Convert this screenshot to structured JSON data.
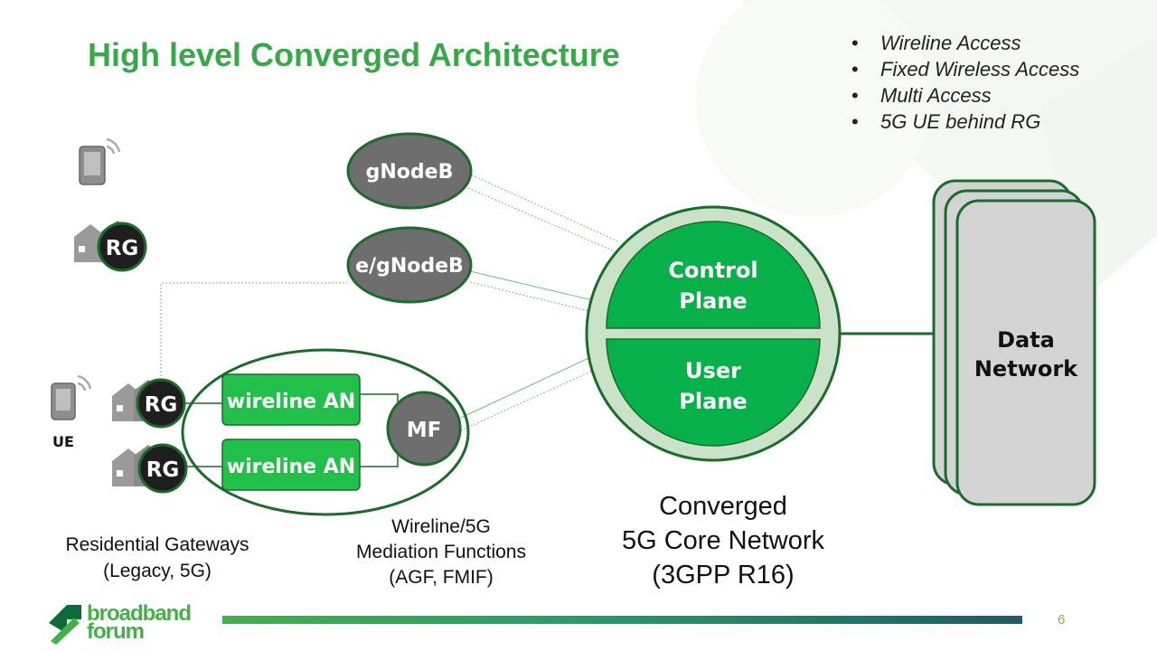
{
  "slide": {
    "title": "High level Converged Architecture",
    "bullets": [
      "Wireline Access",
      "Fixed Wireless Access",
      "Multi Access",
      "5G UE behind RG"
    ],
    "page_number": "6"
  },
  "diagram": {
    "gnodeb_label": "gNodeB",
    "egnodeb_label": "e/gNodeB",
    "rg_label": "RG",
    "ue_label": "UE",
    "wireline_an_label": "wireline AN",
    "mf_label": "MF",
    "control_plane": [
      "Control",
      "Plane"
    ],
    "user_plane": [
      "User",
      "Plane"
    ],
    "data_network": [
      "Data",
      "Network"
    ]
  },
  "captions": {
    "residential_gateways": [
      "Residential Gateways",
      "(Legacy, 5G)"
    ],
    "mediation_functions": [
      "Wireline/5G",
      "Mediation Functions",
      "(AGF, FMIF)"
    ],
    "core_network": [
      "Converged",
      "5G Core Network",
      "(3GPP R16)"
    ]
  },
  "logo": {
    "line1": "broadband",
    "line2": "forum"
  },
  "colors": {
    "title_green": "#3aa84a",
    "node_gray": "#6e6e6e",
    "an_green": "#22c04a",
    "core_dark_green": "#1c6b2c",
    "core_fill_green": "#08b04a",
    "core_ring": "#c9e2c8",
    "data_network_gray": "#d4d4d4"
  }
}
